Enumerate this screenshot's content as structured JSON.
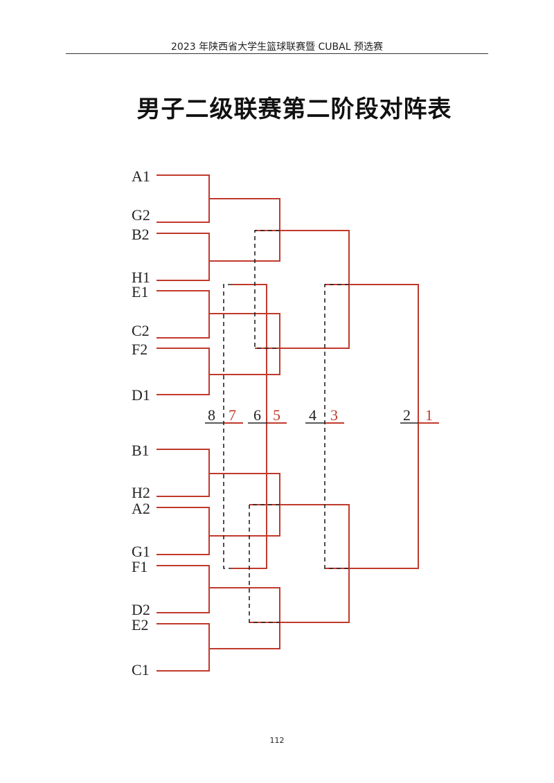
{
  "header": {
    "text": "2023 年陕西省大学生篮球联赛暨 CUBAL 预选赛"
  },
  "title": "男子二级联赛第二阶段对阵表",
  "colors": {
    "winner_line": "#c0392b",
    "loser_line": "#222222",
    "rank_red": "#c0392b",
    "rank_black": "#222222"
  },
  "teams": [
    "A1",
    "G2",
    "B2",
    "H1",
    "E1",
    "C2",
    "F2",
    "D1",
    "B1",
    "H2",
    "A2",
    "G1",
    "F1",
    "D2",
    "E2",
    "C1"
  ],
  "placements": [
    {
      "loser": "8",
      "winner": "7"
    },
    {
      "loser": "6",
      "winner": "5"
    },
    {
      "loser": "4",
      "winner": "3"
    },
    {
      "loser": "2",
      "winner": "1"
    }
  ],
  "page_number": "112"
}
